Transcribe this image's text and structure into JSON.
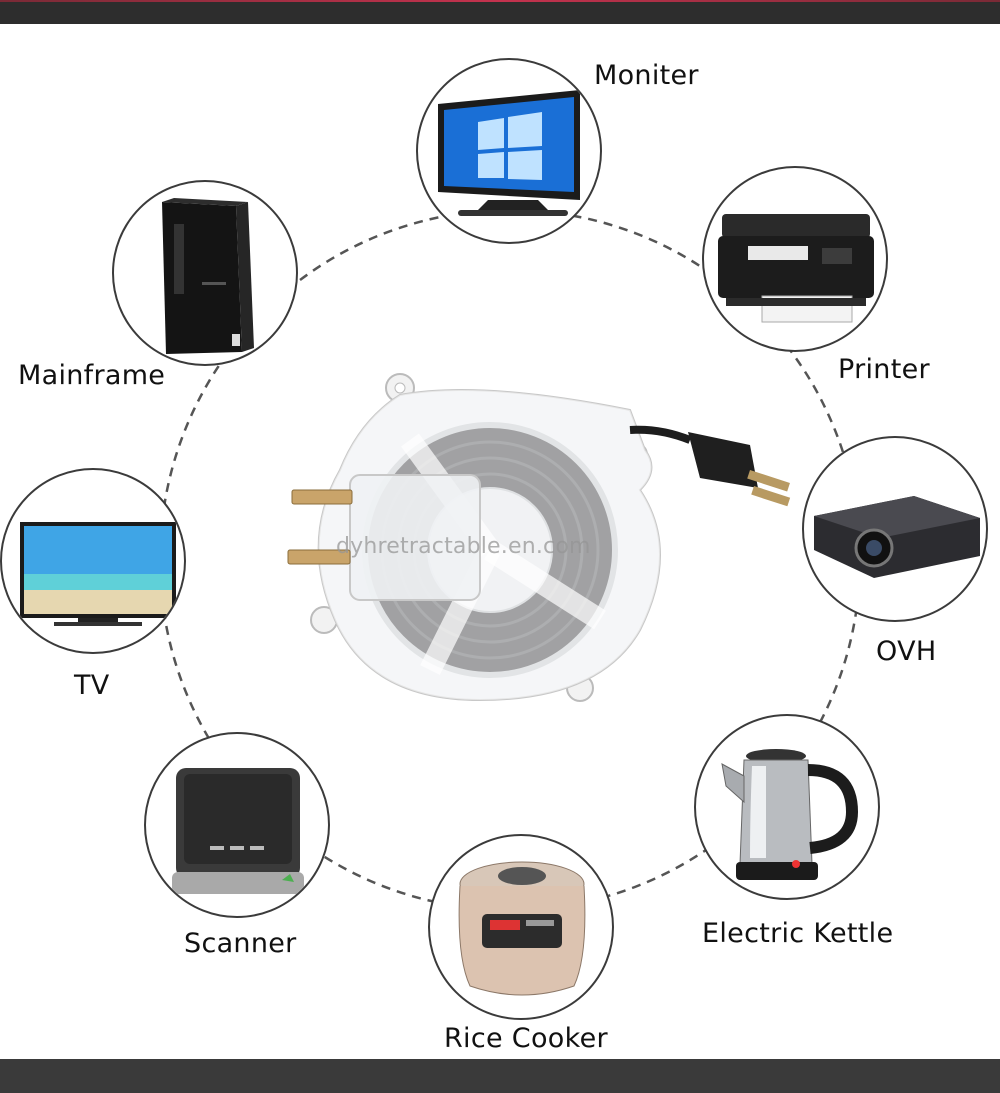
{
  "devices": [
    {
      "id": "monitor",
      "label": "Moniter",
      "icon": "monitor-icon"
    },
    {
      "id": "printer",
      "label": "Printer",
      "icon": "printer-icon"
    },
    {
      "id": "ovh",
      "label": "OVH",
      "icon": "projector-icon"
    },
    {
      "id": "kettle",
      "label": "Electric Kettle",
      "icon": "kettle-icon"
    },
    {
      "id": "rice",
      "label": "Rice Cooker",
      "icon": "rice-cooker-icon"
    },
    {
      "id": "scanner",
      "label": "Scanner",
      "icon": "scanner-icon"
    },
    {
      "id": "tv",
      "label": "TV",
      "icon": "tv-icon"
    },
    {
      "id": "mainframe",
      "label": "Mainframe",
      "icon": "pc-tower-icon"
    }
  ],
  "watermark": "dyhretractable.en.com",
  "center_product": {
    "icon": "retractable-cord-reel-icon"
  },
  "colors": {
    "top_bar": "#2d2d2d",
    "bottom_bar": "#3a3a3a",
    "accent": "#c4324e",
    "ring": "#555555"
  }
}
